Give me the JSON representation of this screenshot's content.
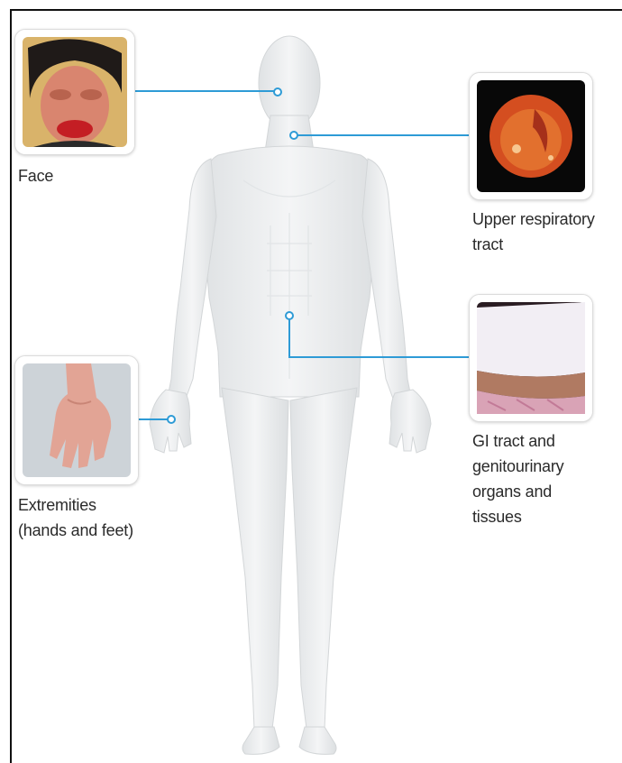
{
  "labels": {
    "face": "Face",
    "upper_respiratory_line1": "Upper respiratory",
    "upper_respiratory_line2": "tract",
    "extremities_line1": "Extremities",
    "extremities_line2": "(hands and feet)",
    "gi_line1": "GI tract and",
    "gi_line2": "genitourinary",
    "gi_line3": "organs and",
    "gi_line4": "tissues"
  },
  "colors": {
    "connector": "#2e9bd6",
    "body_fill": "#eef0f1",
    "frame": "#111111",
    "text": "#2a2a2a"
  }
}
